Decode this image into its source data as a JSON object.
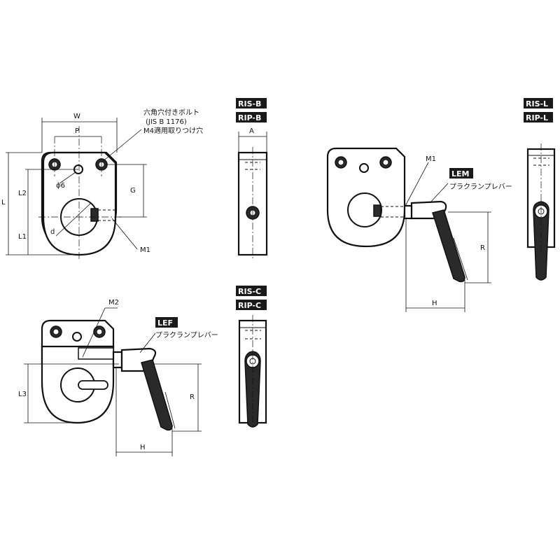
{
  "dimensions": {
    "w": "W",
    "p": "P",
    "a": "A",
    "g": "G",
    "l": "L",
    "l1": "L1",
    "l2": "L2",
    "l3": "L3",
    "phi6": "ϕ6",
    "d": "d",
    "m1": "M1",
    "m2": "M2",
    "r": "R",
    "h": "H"
  },
  "notes": {
    "bolt_line1": "六角穴付きボルト",
    "bolt_line2": "(JIS B 1176)",
    "bolt_line3": "M4適用取りつけ穴",
    "lever": "プラクランプレバー"
  },
  "tags": {
    "ris_b": "RIS-B",
    "rip_b": "RIP-B",
    "ris_c": "RIS-C",
    "rip_c": "RIP-C",
    "ris_l": "RIS-L",
    "rip_l": "RIP-L",
    "lem": "LEM",
    "lef": "LEF"
  },
  "colors": {
    "line": "#111111",
    "tag_fill": "#1a1a1a",
    "tag_text": "#ffffff",
    "background": "#ffffff"
  }
}
